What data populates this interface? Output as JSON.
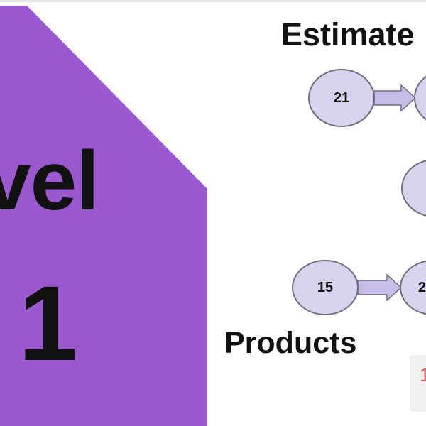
{
  "slide": {
    "level_word": "vel",
    "level_number": "1",
    "title_top": "Estimate",
    "title_bottom": "Products"
  },
  "diagram": {
    "nodes": [
      {
        "id": "n1",
        "label": "21"
      },
      {
        "id": "n2",
        "label": ""
      },
      {
        "id": "n3",
        "label": ""
      },
      {
        "id": "n4",
        "label": "15"
      },
      {
        "id": "n5",
        "label": "2"
      }
    ],
    "edges": [
      {
        "from": "n1",
        "to": "n2"
      },
      {
        "from": "n4",
        "to": "n5"
      }
    ]
  },
  "colors": {
    "panel": "#9b59d0",
    "node_fill": "#d9d2ee",
    "node_stroke": "#6e6e78",
    "arrow_fill": "#c8bde6",
    "text": "#111111",
    "corner_mark": "#d85050"
  },
  "corner": {
    "mark": "1"
  }
}
